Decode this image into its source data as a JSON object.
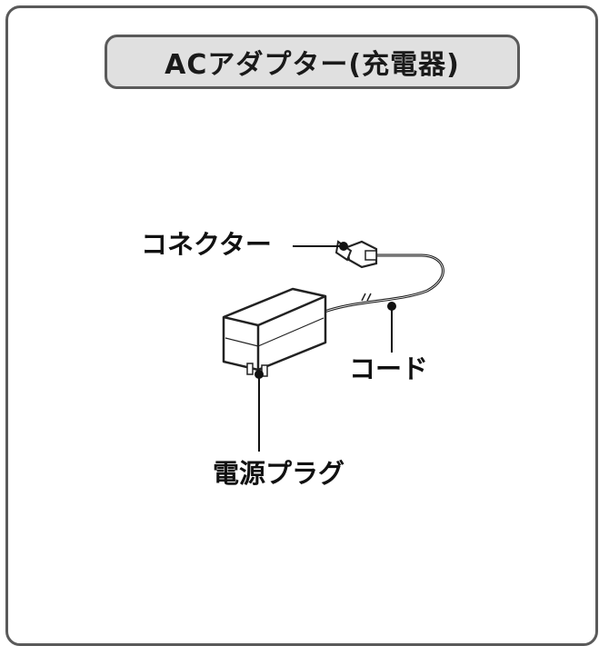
{
  "title": "ACアダプター(充電器)",
  "labels": {
    "connector": "コネクター",
    "cord": "コード",
    "plug": "電源プラグ"
  },
  "colors": {
    "frame": "#5a5a5a",
    "title_fill": "#e0e0e0",
    "text": "#111111"
  }
}
